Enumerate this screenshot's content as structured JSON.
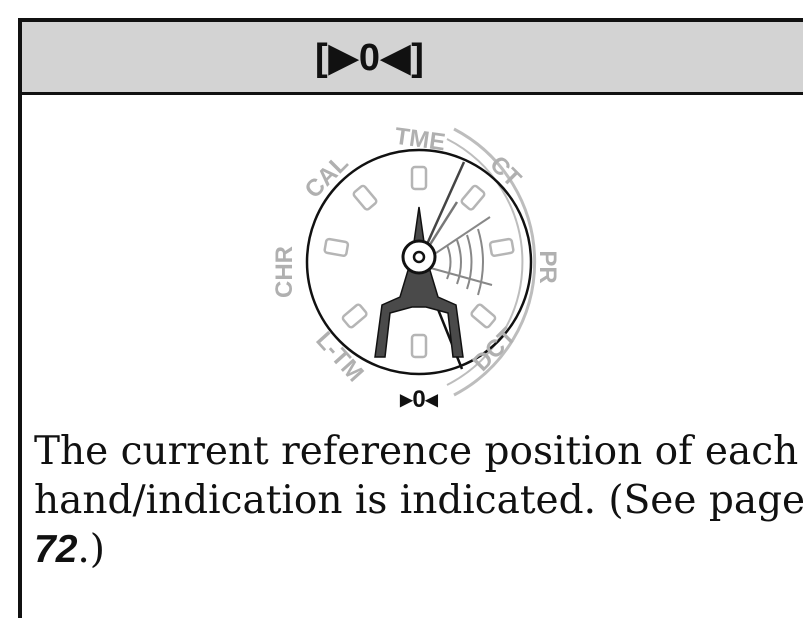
{
  "header": {
    "title": "[▶0◀]"
  },
  "dial": {
    "labels": {
      "tme": "TME",
      "ct": "CT",
      "pr": "PR",
      "dct": "DCT",
      "ltm": "L-TM",
      "chr": "CHR",
      "cal": "CAL"
    },
    "bottom_marker": "▸0◂"
  },
  "description": {
    "line1": "The current reference position of each",
    "line2": "hand/indication is indicated. (See page",
    "page_number": "72",
    "line3_suffix": ".)"
  }
}
